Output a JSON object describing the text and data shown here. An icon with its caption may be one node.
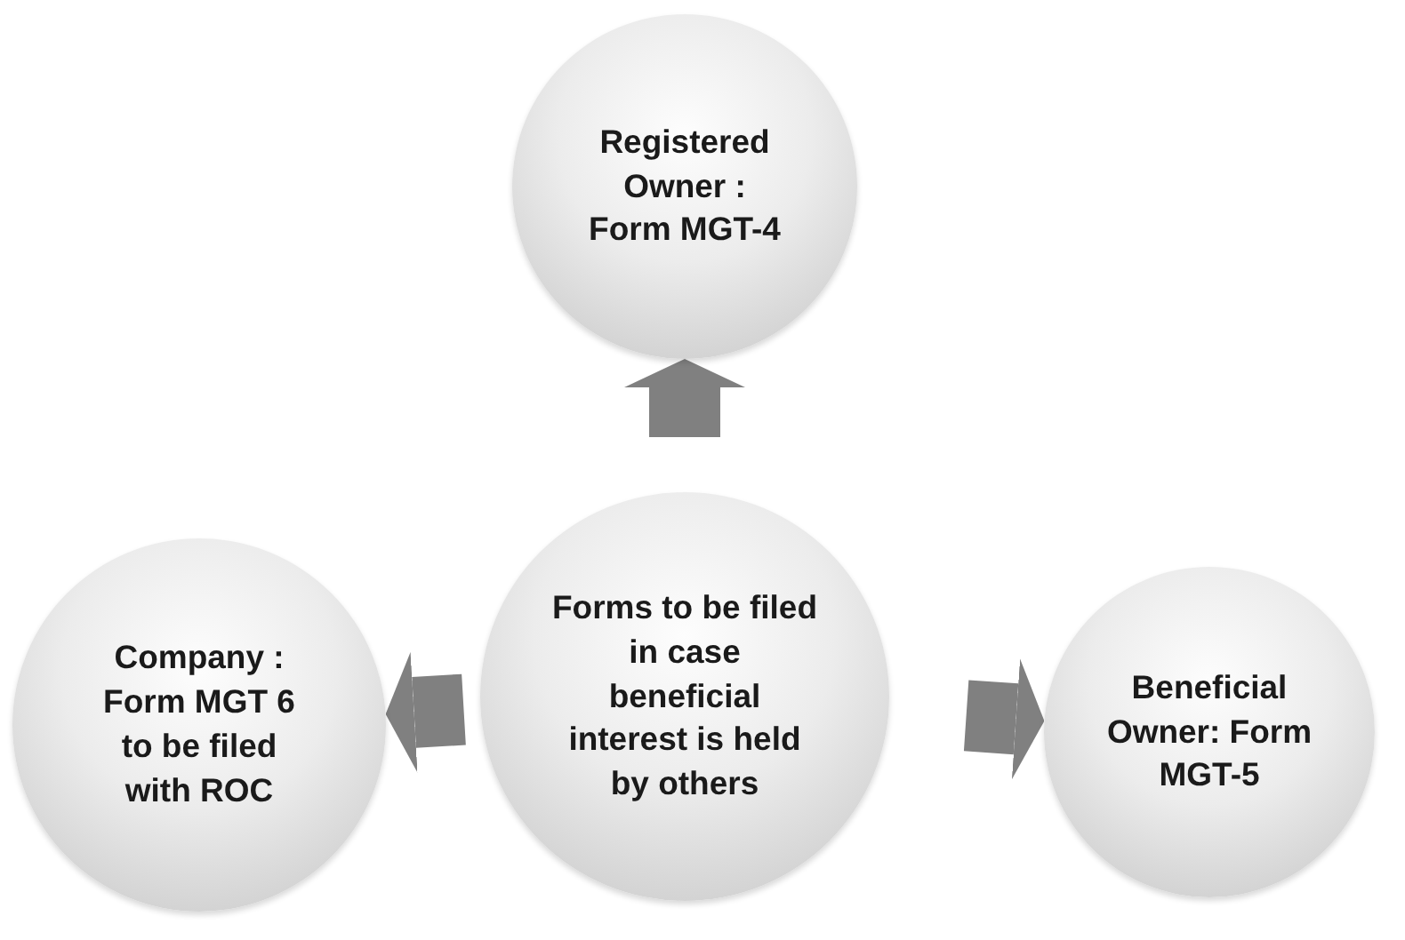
{
  "diagram": {
    "nodes": [
      {
        "text": [
          "Registered Owner : Form MGT-4"
        ]
      },
      {
        "text": [
          "Company : Form MGT 6 to be filed with ROC"
        ]
      },
      {
        "text": [
          "Forms to be filed in case beneficial interest is held by others"
        ]
      },
      {
        "text": [
          "Beneficial Owner: Form MGT-5"
        ]
      }
    ],
    "edges": [
      {
        "from": 2,
        "to": 0,
        "arrow": "to"
      },
      {
        "from": 2,
        "to": 1,
        "arrow": "to"
      },
      {
        "from": 2,
        "to": 3,
        "arrow": "to"
      }
    ]
  }
}
